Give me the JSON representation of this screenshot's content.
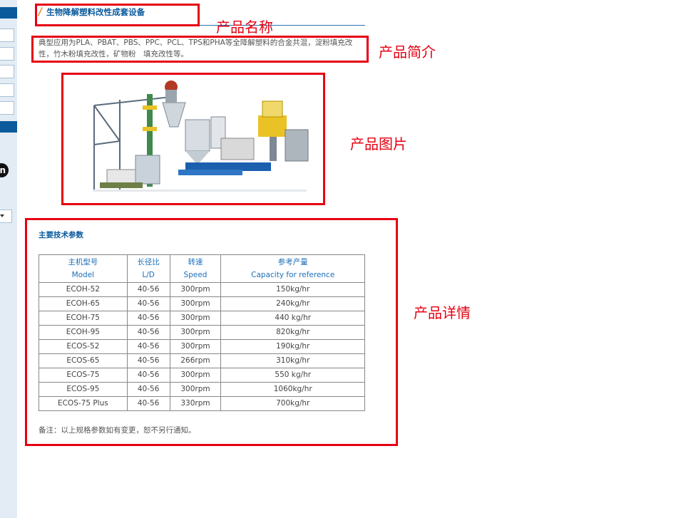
{
  "product": {
    "name": "生物降解塑料改性成套设备",
    "intro": "典型应用为PLA、PBAT、PBS、PPC、PCL、TPS和PHA等全降解塑料的合金共混，淀粉填充改性，竹木粉填充改性，矿物粉　填充改性等。"
  },
  "annotations": {
    "name": "产品名称",
    "intro": "产品简介",
    "image": "产品图片",
    "details": "产品详情"
  },
  "specs": {
    "title": "主要技术参数",
    "headers": [
      {
        "cn": "主机型号",
        "en": "Model"
      },
      {
        "cn": "长径比",
        "en": "L/D"
      },
      {
        "cn": "转速",
        "en": "Speed"
      },
      {
        "cn": "参考产量",
        "en": "Capacity for reference"
      }
    ],
    "rows": [
      [
        "ECOH-52",
        "40-56",
        "300rpm",
        "150kg/hr"
      ],
      [
        "ECOH-65",
        "40-56",
        "300rpm",
        "240kg/hr"
      ],
      [
        "ECOH-75",
        "40-56",
        "300rpm",
        "440 kg/hr"
      ],
      [
        "ECOH-95",
        "40-56",
        "300rpm",
        "820kg/hr"
      ],
      [
        "ECOS-52",
        "40-56",
        "300rpm",
        "190kg/hr"
      ],
      [
        "ECOS-65",
        "40-56",
        "266rpm",
        "310kg/hr"
      ],
      [
        "ECOS-75",
        "40-56",
        "300rpm",
        "550 kg/hr"
      ],
      [
        "ECOS-95",
        "40-56",
        "300rpm",
        "1060kg/hr"
      ],
      [
        "ECOS-75 Plus",
        "40-56",
        "330rpm",
        "700kg/hr"
      ]
    ],
    "note": "备注：以上规格参数如有变更，恕不另行通知。"
  },
  "sidebar": {
    "social_icon": "in"
  },
  "colors": {
    "annotation": "#e60012",
    "brand_blue": "#0a5a9c",
    "accent_orange": "#f08a24"
  }
}
